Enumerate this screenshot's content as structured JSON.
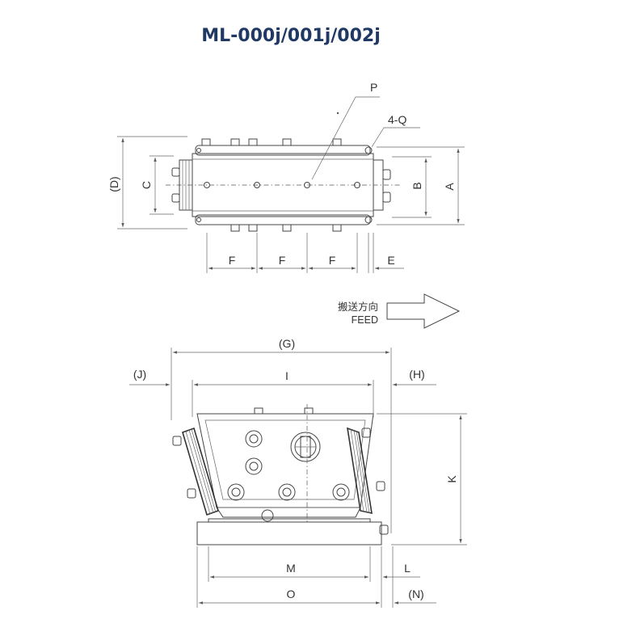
{
  "title": "ML-000j/001j/002j",
  "top_view": {
    "labels": {
      "P": "P",
      "Q": "4-Q",
      "D": "(D)",
      "C": "C",
      "B": "B",
      "A": "A",
      "F1": "F",
      "F2": "F",
      "F3": "F",
      "E": "E"
    }
  },
  "feed": {
    "jp": "搬送方向",
    "en": "FEED"
  },
  "front_view": {
    "labels": {
      "G": "(G)",
      "J": "(J)",
      "I": "I",
      "H": "(H)",
      "K": "K",
      "M": "M",
      "L": "L",
      "O": "O",
      "N": "(N)"
    }
  }
}
